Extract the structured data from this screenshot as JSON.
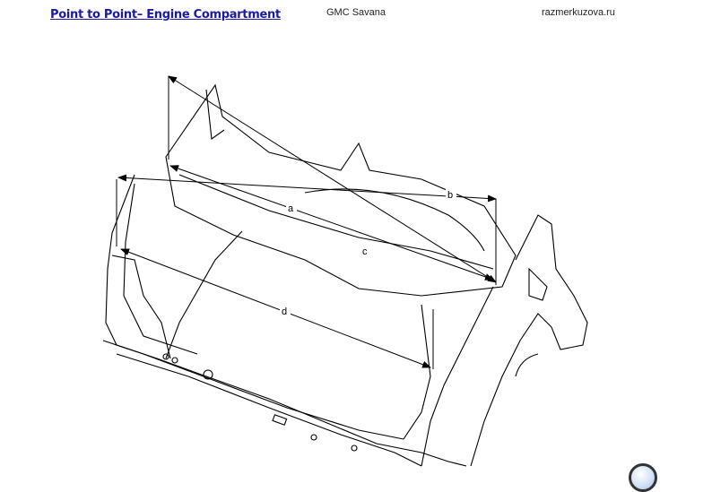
{
  "header": {
    "title": "Point to Point– Engine Compartment",
    "model": "GMC Savana",
    "site": "razmerkuzova.ru"
  },
  "diagram": {
    "labels": {
      "a": "a",
      "b": "b",
      "c": "c",
      "d": "d"
    }
  },
  "footer": {
    "icon": "magnifier-icon"
  }
}
